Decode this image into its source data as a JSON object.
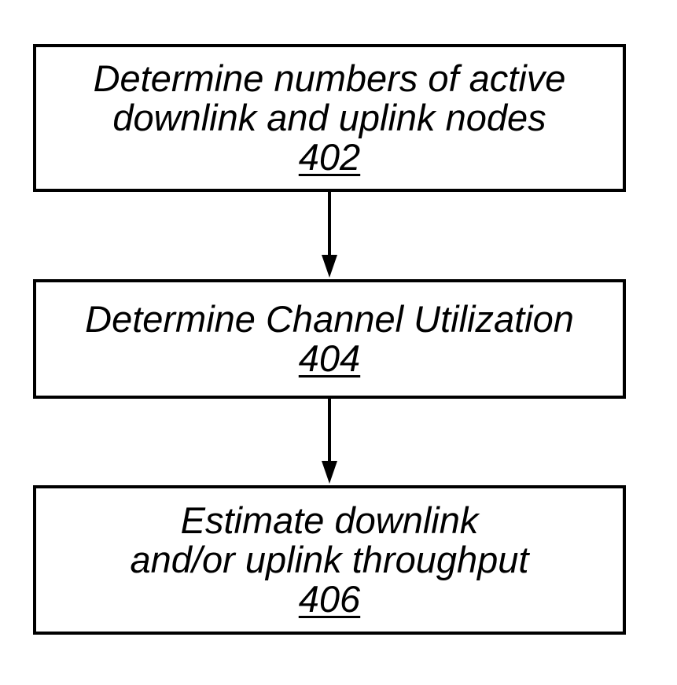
{
  "diagram": {
    "steps": [
      {
        "lines": [
          "Determine numbers of active",
          "downlink and uplink nodes"
        ],
        "ref": "402"
      },
      {
        "lines": [
          "Determine Channel Utilization"
        ],
        "ref": "404"
      },
      {
        "lines": [
          "Estimate downlink",
          "and/or uplink throughput"
        ],
        "ref": "406"
      }
    ],
    "colors": {
      "stroke": "#000000",
      "background": "#ffffff"
    }
  }
}
